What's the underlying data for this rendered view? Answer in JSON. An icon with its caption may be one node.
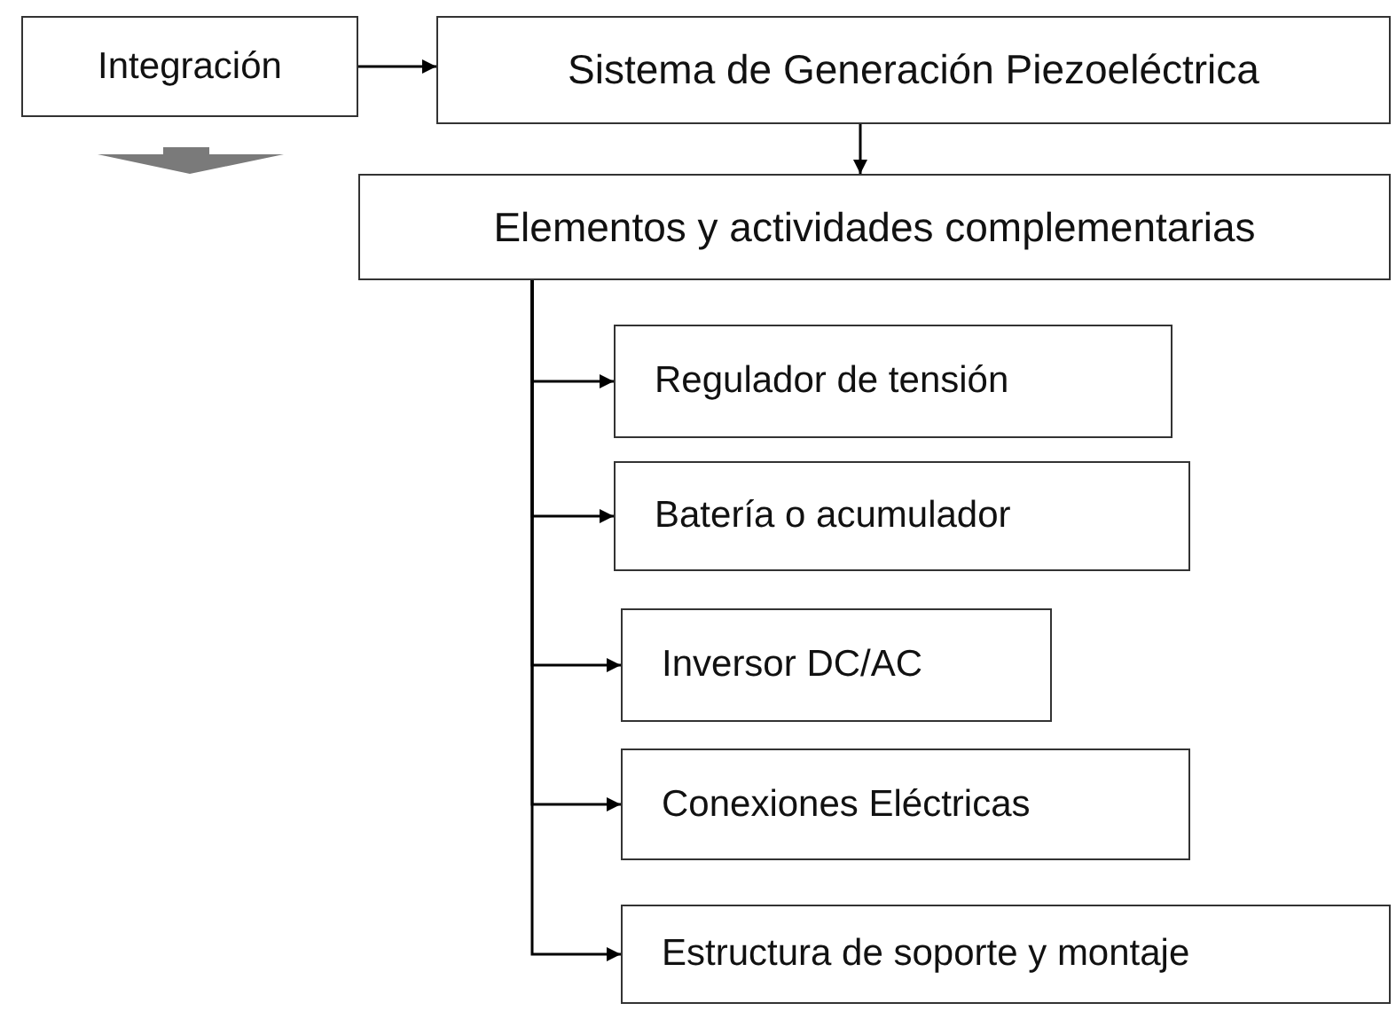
{
  "diagram": {
    "nodes": [
      {
        "text": [
          "Integración"
        ]
      },
      {
        "text": [
          "Sistema de Generación Piezoeléctrica"
        ]
      },
      {
        "text": [
          "Elementos y actividades complementarias"
        ]
      },
      {
        "text": [
          "Regulador de tensión"
        ]
      },
      {
        "text": [
          "Batería o acumulador"
        ]
      },
      {
        "text": [
          "Inversor DC/AC"
        ]
      },
      {
        "text": [
          "Conexiones Eléctricas"
        ]
      },
      {
        "text": [
          "Estructura de soporte y montaje"
        ]
      }
    ],
    "edges": [
      {
        "from": 0,
        "to": 1,
        "arrow": "to"
      },
      {
        "from": 1,
        "to": 2,
        "arrow": "to"
      },
      {
        "from": 2,
        "to": 3,
        "arrow": "to"
      },
      {
        "from": 2,
        "to": 4,
        "arrow": "to"
      },
      {
        "from": 2,
        "to": 5,
        "arrow": "to"
      },
      {
        "from": 2,
        "to": 6,
        "arrow": "to"
      },
      {
        "from": 2,
        "to": 7,
        "arrow": "to"
      }
    ]
  }
}
